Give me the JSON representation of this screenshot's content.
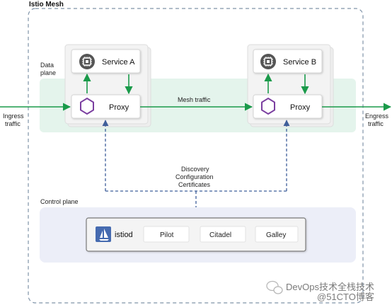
{
  "mesh": {
    "title": "Istio Mesh"
  },
  "data_plane": {
    "label_line1": "Data",
    "label_line2": "plane",
    "mesh_traffic_label": "Mesh traffic",
    "service_a": {
      "name": "Service A",
      "proxy_label": "Proxy"
    },
    "service_b": {
      "name": "Service B",
      "proxy_label": "Proxy"
    }
  },
  "ingress": {
    "line1": "Ingress",
    "line2": "traffic"
  },
  "egress": {
    "line1": "Engress",
    "line2": "traffic"
  },
  "control_links": {
    "line1": "Discovery",
    "line2": "Configuration",
    "line3": "Certificates"
  },
  "control_plane": {
    "label": "Control plane",
    "istiod_label": "istiod",
    "components": [
      "Pilot",
      "Citadel",
      "Galley"
    ]
  },
  "watermark": {
    "text": "DevOps技术全栈技术",
    "site": "@51CTO博客"
  },
  "colors": {
    "mesh_border": "#7f93a8",
    "data_plane_band": "#e4f4ec",
    "control_plane_band": "#eceef8",
    "traffic_arrow": "#1a9a4a",
    "control_arrow": "#3f5f9a",
    "proxy_hexagon": "#7b3fa0"
  }
}
